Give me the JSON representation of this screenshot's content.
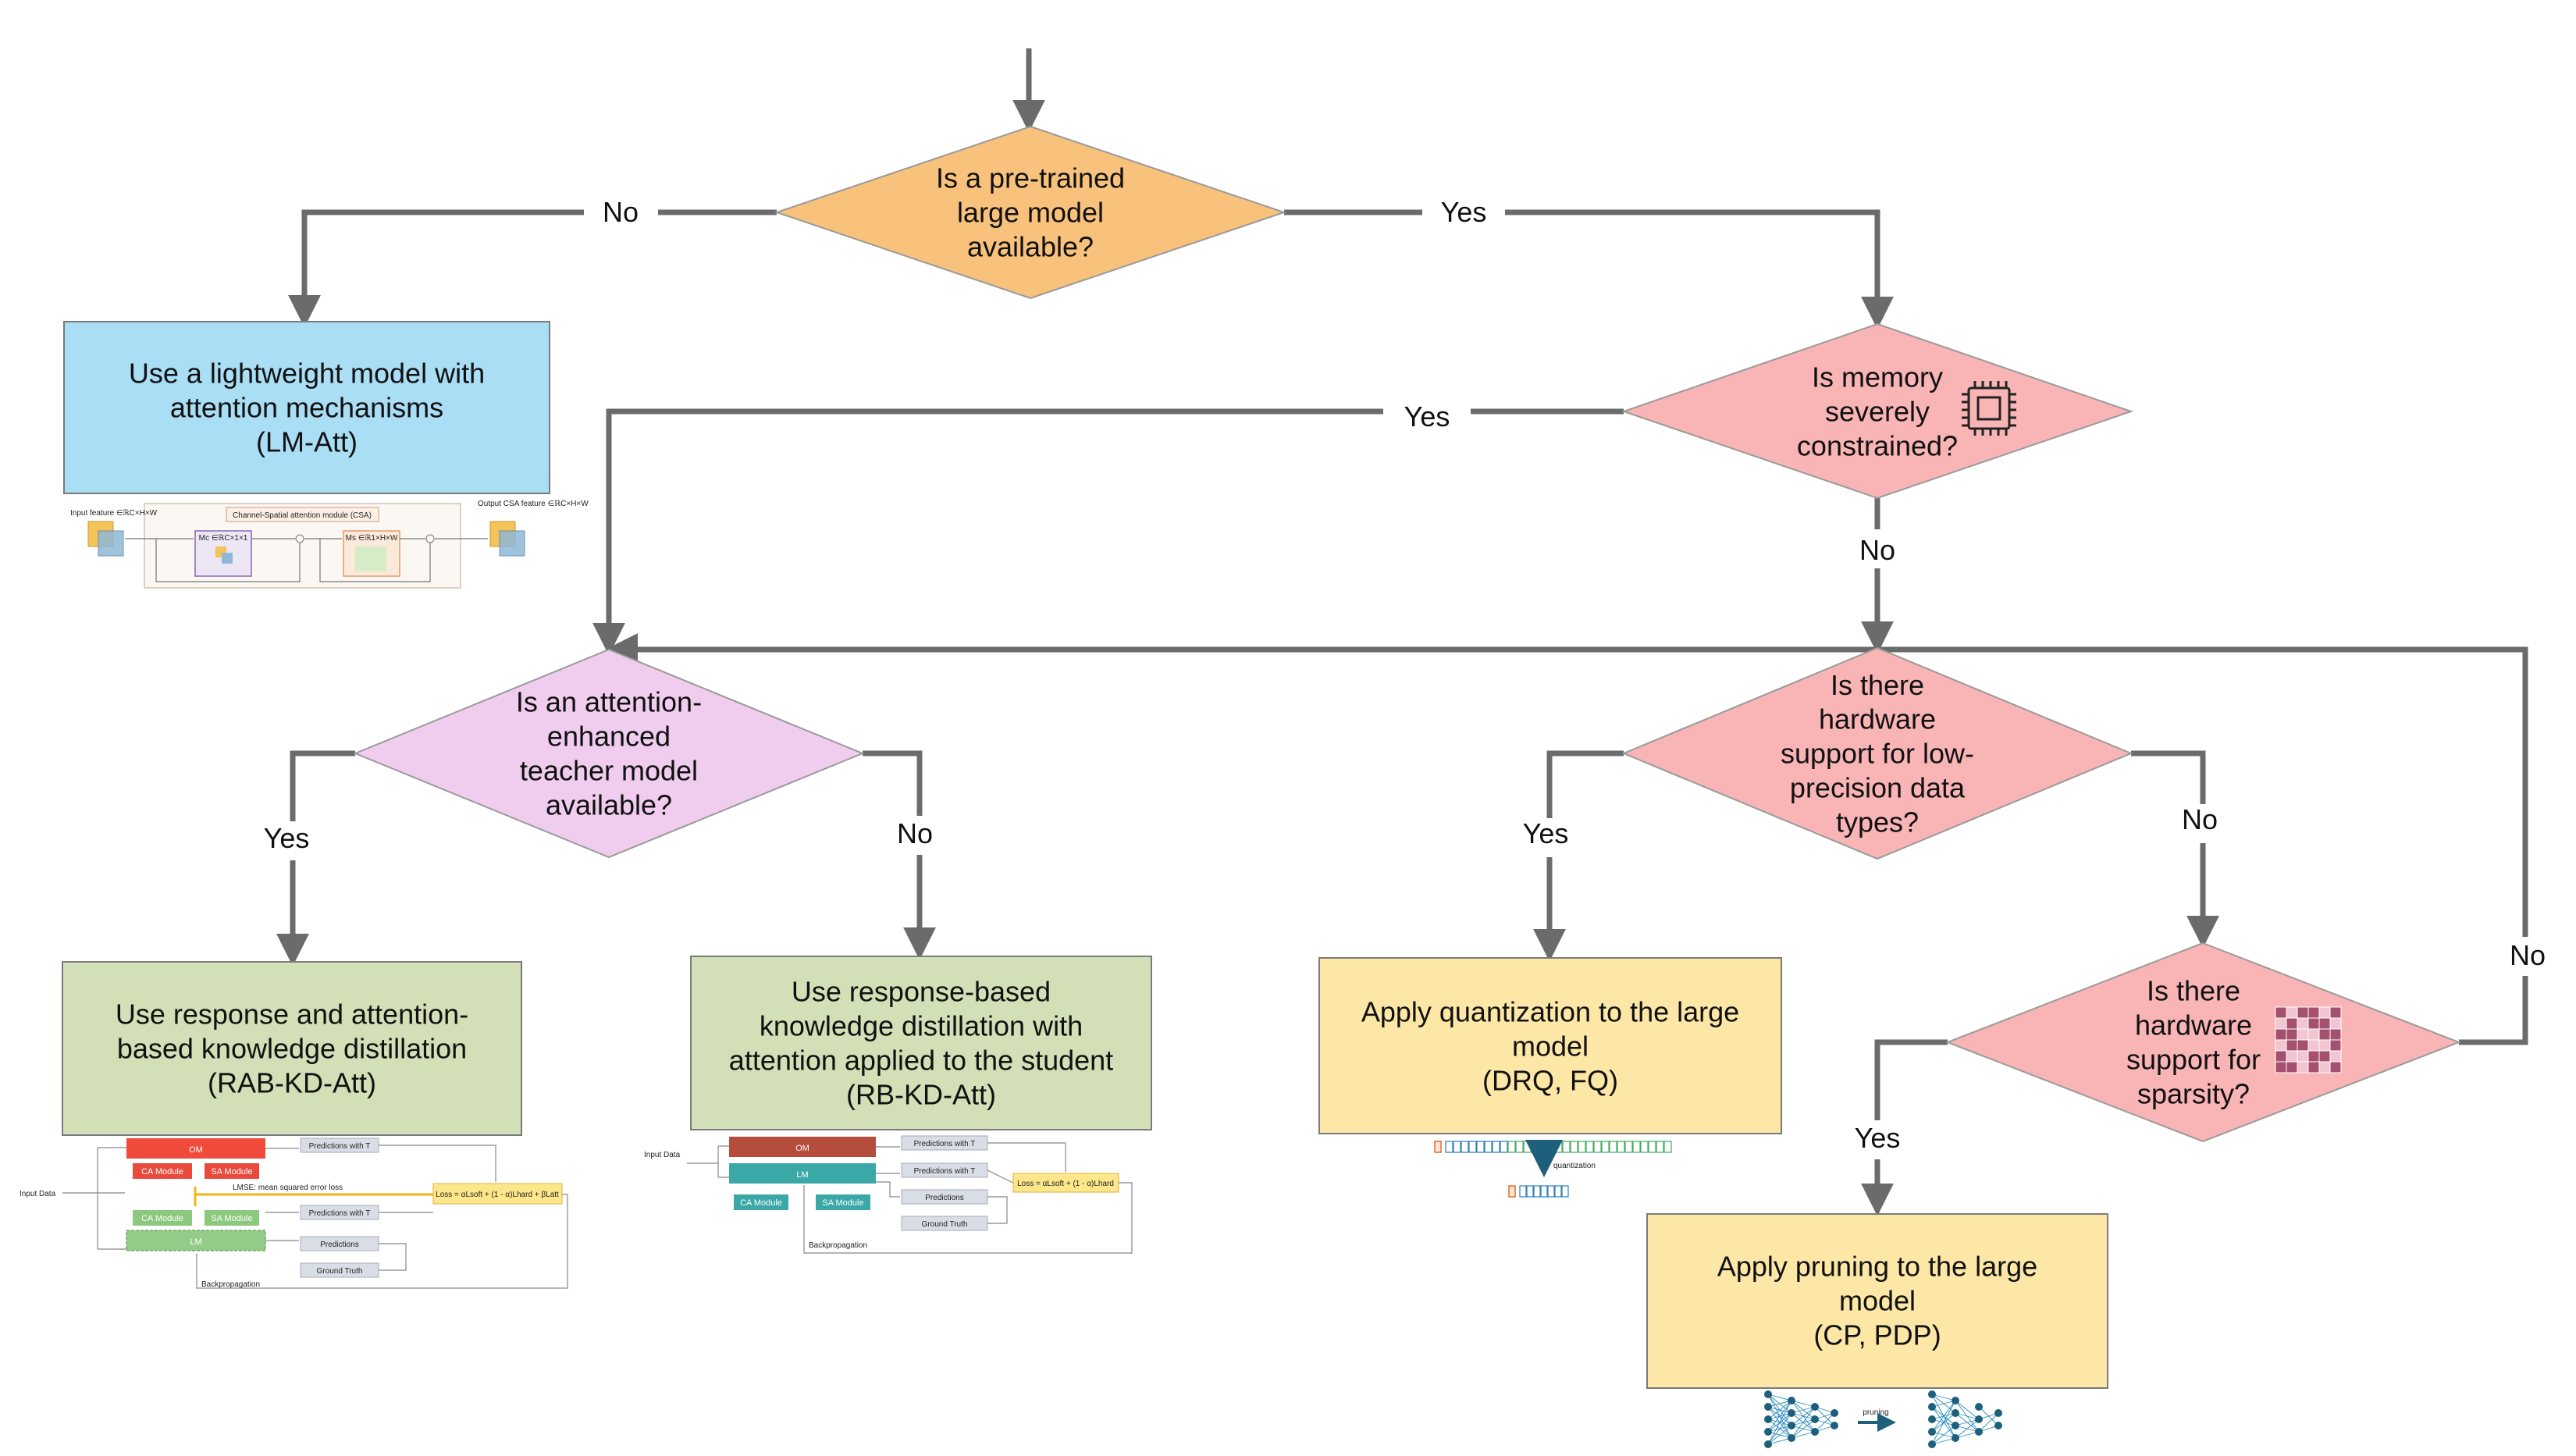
{
  "colors": {
    "arrow": "#6b6b6b",
    "decision_root": "#f9c27c",
    "decision_pink": "#f9b5b6",
    "decision_teacher": "#f0cdee",
    "box_blue": "#a9def5",
    "box_green": "#d3dfb6",
    "box_yellow": "#fde7a6"
  },
  "nodes": {
    "root": "Is a pre-trained\nlarge model\navailable?",
    "memory": "Is memory\nseverely\nconstrained?",
    "teacher": "Is an attention-\nenhanced\nteacher model\navailable?",
    "lowprec": "Is there\nhardware\nsupport for low-\nprecision data\ntypes?",
    "sparsity": "Is there\nhardware\nsupport for\nsparsity?",
    "lm_att": "Use a lightweight model with\nattention mechanisms\n(LM-Att)",
    "rab": "Use response and attention-\nbased knowledge distillation\n(RAB-KD-Att)",
    "rb": "Use response-based\nknowledge distillation with\nattention applied to the student\n(RB-KD-Att)",
    "quant": "Apply quantization to the large\nmodel\n(DRQ, FQ)",
    "prune": "Apply pruning to the large\nmodel\n(CP, PDP)"
  },
  "edge_labels": {
    "root_no": "No",
    "root_yes": "Yes",
    "memory_yes": "Yes",
    "memory_no": "No",
    "teacher_yes": "Yes",
    "teacher_no": "No",
    "lowprec_yes": "Yes",
    "lowprec_no": "No",
    "sparsity_yes": "Yes",
    "sparsity_no": "No"
  },
  "thumbs": {
    "csa": {
      "module": "Channel-Spatial attention module (CSA)",
      "input": "Input feature ∈ℝC×H×W",
      "output": "Output CSA feature ∈ℝC×H×W",
      "ca": "Mc ∈ℝC×1×1",
      "sa": "Ms ∈ℝ1×H×W"
    },
    "rab": {
      "input": "Input Data",
      "om": "OM",
      "lm": "LM",
      "ca1": "CA Module",
      "sa1": "SA Module",
      "ca2": "CA Module",
      "sa2": "SA Module",
      "pred_t1": "Predictions with T",
      "pred_t2": "Predictions with T",
      "pred": "Predictions",
      "gt": "Ground Truth",
      "mse": "LMSE: mean squared error loss",
      "loss": "Loss = αLsoft + (1 - α)Lhard + βLatt",
      "bp": "Backpropagation"
    },
    "rb": {
      "input": "Input Data",
      "om": "OM",
      "lm": "LM",
      "ca": "CA Module",
      "sa": "SA Module",
      "pred_t1": "Predictions with T",
      "pred_t2": "Predictions with T",
      "pred": "Predictions",
      "gt": "Ground Truth",
      "loss": "Loss = αLsoft + (1 - α)Lhard",
      "bp": "Backpropagation"
    },
    "quant": {
      "label": "quantization"
    },
    "prune": {
      "label": "pruning"
    }
  }
}
